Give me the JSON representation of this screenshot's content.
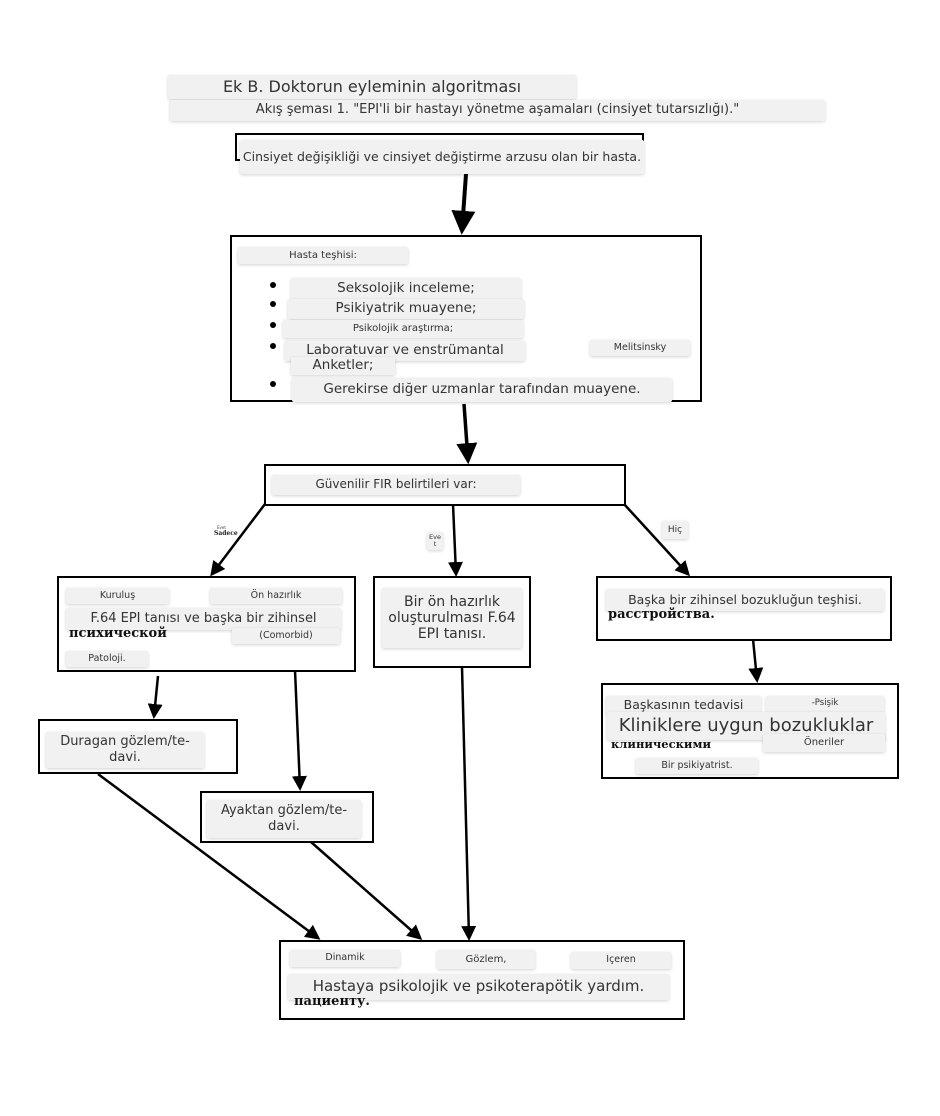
{
  "header": {
    "title": "Ek B. Doktorun eyleminin algoritması",
    "subtitle": "Akış şeması 1. \"EPI'li bir hastayı yönetme aşamaları (cinsiyet tutarsızlığı).\""
  },
  "nodes": {
    "start": "Cinsiyet değişikliği ve cinsiyet değiştirme arzusu olan bir hasta.",
    "exam": {
      "heading": "Hasta teşhisi:",
      "items": [
        "Seksolojik inceleme;",
        "Psikiyatrik muayene;",
        "Psikolojik araştırma;",
        "Laboratuvar ve enstrümantal",
        "Anketler;",
        "Gerekirse diğer uzmanlar tarafından muayene."
      ],
      "side_note": "Melitsinsky"
    },
    "decision": "Güvenilir FIR belirtileri var:",
    "branch_labels": {
      "left": "Sadece",
      "left_small": "Evet",
      "middle": "Eve t",
      "right": "Hiç"
    },
    "left_box": {
      "tag_left": "Kuruluş",
      "tag_right": "Ön hazırlık",
      "main": "F.64 EPI tanısı ve başka bir zihinsel",
      "ru_line": "психической",
      "comorbid": "(Comorbid)",
      "patoloji": "Patoloji."
    },
    "middle_box": "Bir ön hazırlık oluşturulması F.64 EPI tanısı.",
    "right_box": {
      "main": "Başka bir zihinsel bozukluğun teşhisi.",
      "ru_line": "расстройства."
    },
    "treat_box": {
      "tag_left": "Başkasının tedavisi",
      "tag_right": "-Psişik",
      "main": "Kliniklere uygun bozukluklar",
      "ru_line": "клиническими",
      "oneriler": "Öneriler",
      "psikiyatrist": "Bir psikiyatrist."
    },
    "inpatient": "Duragan gözlem/te-davi.",
    "outpatient": "Ayaktan gözlem/te-davi.",
    "final": {
      "tag1": "Dinamik",
      "tag2": "Gözlem,",
      "tag3": "Içeren",
      "main": "Hastaya psikolojik ve psikoterapötik yardım.",
      "ru_line": "пациенту."
    }
  }
}
